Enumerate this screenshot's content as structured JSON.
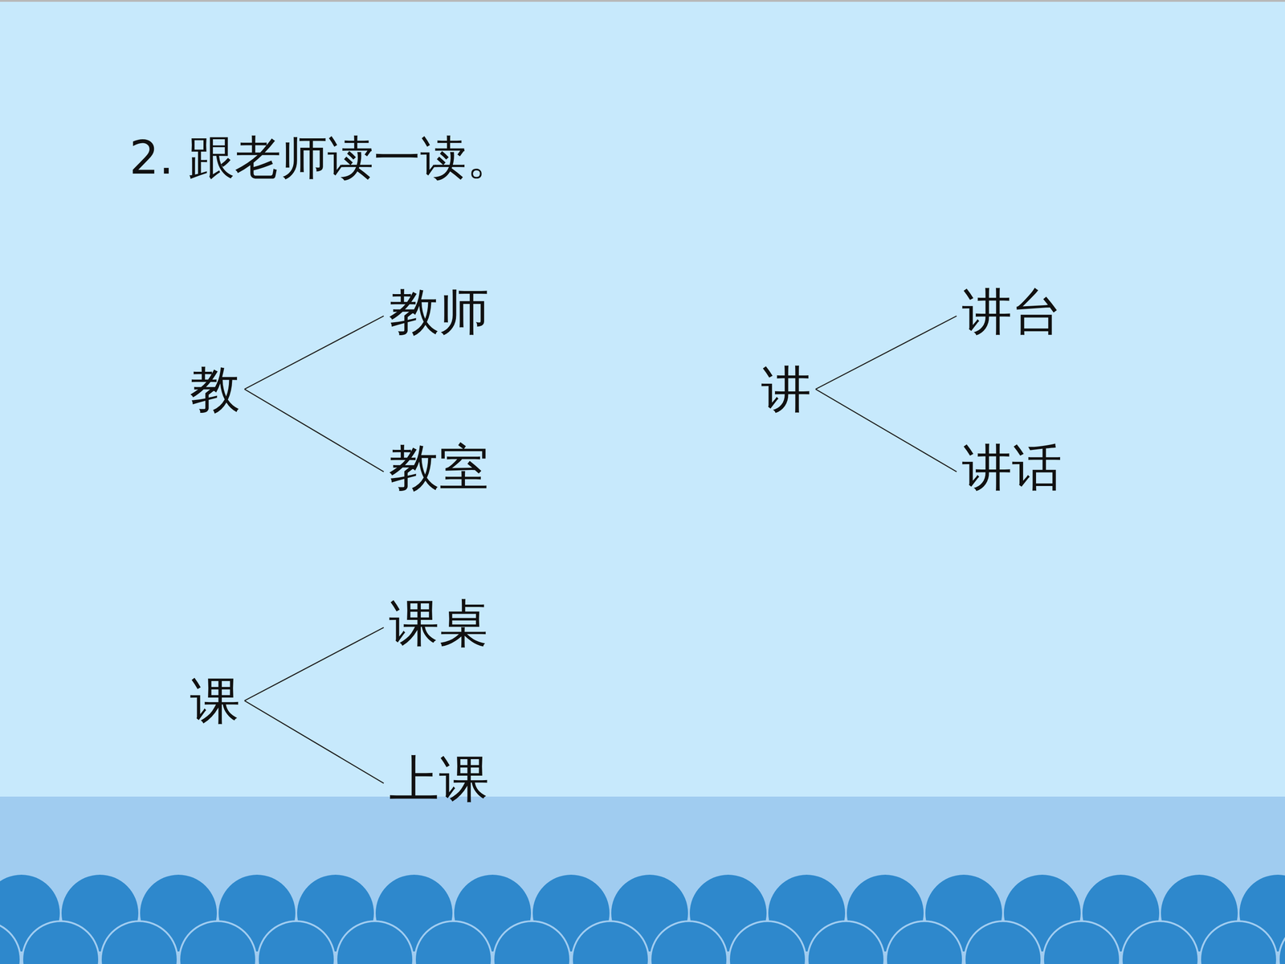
{
  "diagram": {
    "title": "2. 跟老师读一读。",
    "nodes": [
      {
        "text": [
          "教"
        ]
      },
      {
        "text": [
          "教师"
        ]
      },
      {
        "text": [
          "教室"
        ]
      },
      {
        "text": [
          "讲"
        ]
      },
      {
        "text": [
          "讲台"
        ]
      },
      {
        "text": [
          "讲话"
        ]
      },
      {
        "text": [
          "课"
        ]
      },
      {
        "text": [
          "课桌"
        ]
      },
      {
        "text": [
          "上课"
        ]
      }
    ],
    "edges": [
      {
        "from": 0,
        "to": 1,
        "arrow": "none"
      },
      {
        "from": 0,
        "to": 2,
        "arrow": "none"
      },
      {
        "from": 3,
        "to": 4,
        "arrow": "none"
      },
      {
        "from": 3,
        "to": 5,
        "arrow": "none"
      },
      {
        "from": 6,
        "to": 7,
        "arrow": "none"
      },
      {
        "from": 6,
        "to": 8,
        "arrow": "none"
      }
    ]
  }
}
